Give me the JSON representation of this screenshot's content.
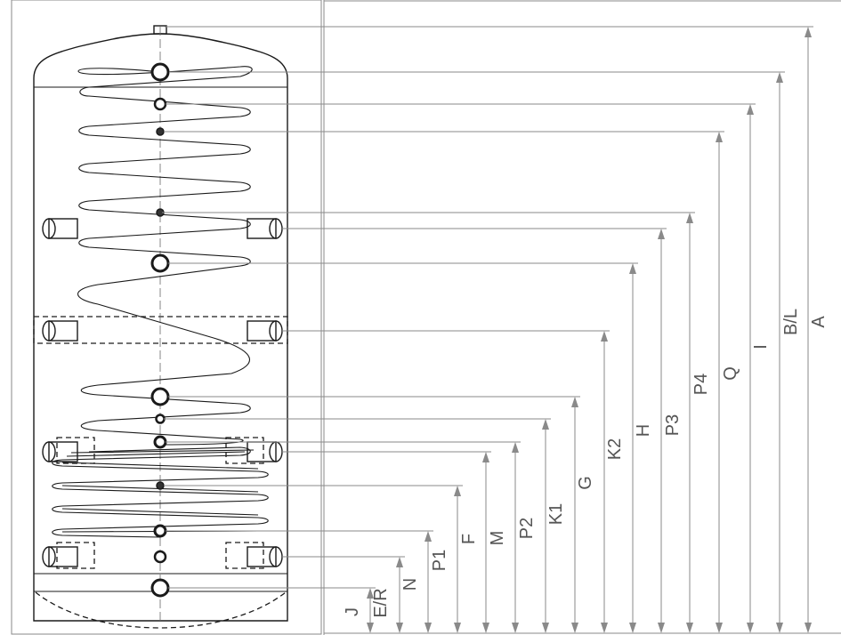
{
  "dimensions": [
    {
      "label": "A"
    },
    {
      "label": "B/L"
    },
    {
      "label": "I"
    },
    {
      "label": "Q"
    },
    {
      "label": "P4"
    },
    {
      "label": "P3"
    },
    {
      "label": "H"
    },
    {
      "label": "K2"
    },
    {
      "label": "G"
    },
    {
      "label": "K1"
    },
    {
      "label": "P2"
    },
    {
      "label": "M"
    },
    {
      "label": "F"
    },
    {
      "label": "P1"
    },
    {
      "label": "N"
    },
    {
      "label": "E/R"
    },
    {
      "label": "J"
    }
  ],
  "colors": {
    "drawing": "#1a1a1a",
    "dimension_lines": "#8a8a8a",
    "labels": "#555555"
  }
}
